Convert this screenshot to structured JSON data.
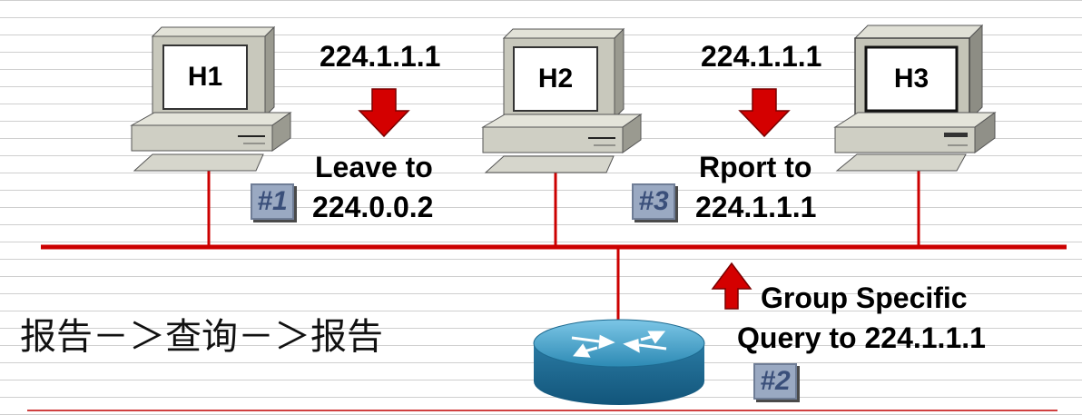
{
  "hosts": [
    {
      "id": "h1",
      "label": "H1"
    },
    {
      "id": "h2",
      "label": "H2"
    },
    {
      "id": "h3",
      "label": "H3"
    }
  ],
  "step1": {
    "group": "224.1.1.1",
    "message_line1": "Leave to",
    "message_line2": "224.0.0.2",
    "badge": "#1"
  },
  "step2": {
    "message_line1": "Group Specific",
    "message_line2": "Query to 224.1.1.1",
    "badge": "#2"
  },
  "step3": {
    "group": "224.1.1.1",
    "message_line1": "Rport to",
    "message_line2": "224.1.1.1",
    "badge": "#3"
  },
  "caption": "报告－＞查询－＞报告",
  "colors": {
    "network_line": "#cc0000",
    "arrow": "#d40000",
    "router": "#2f8fb8",
    "badge": "#9aa9c2"
  }
}
